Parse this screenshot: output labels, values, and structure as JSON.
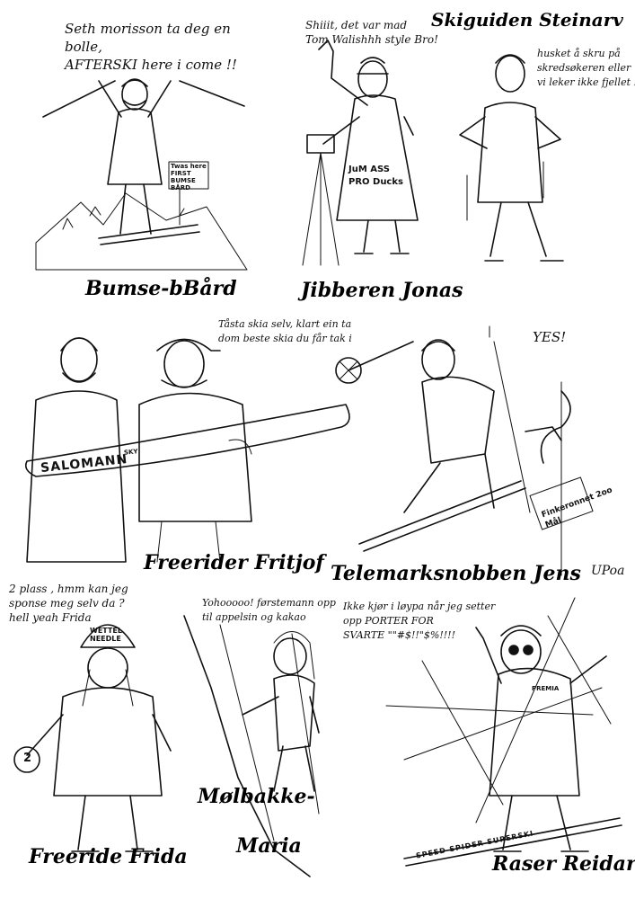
{
  "panels": {
    "bard": {
      "quote": "Seth morisson ta deg en bolle,\nAFTERSKI here i come !!",
      "sign": "Twas here\nFIRST\nBUMSE BÅRD",
      "name": "Bumse-bBård"
    },
    "jonas": {
      "quote": "Shiiit, det var mad\nTom Walishhh style Bro!",
      "coat": "JuM ASS\nPRO Ducks",
      "name": "Jibberen Jonas"
    },
    "steinar": {
      "title": "Skiguiden Steinarv",
      "quote": "husket å skru på\nskredsøkeren eller ?\nvi leker ikke fjellet !",
      "name": "Skiguiden Steinarv"
    },
    "fritjof": {
      "quote": "Tåsta skia selv, klart ein ta\ndom beste skia du får tak i",
      "ski": "SALOMANN",
      "ski_small": "SKY",
      "name": "Freerider Fritjof"
    },
    "jens": {
      "quote": "YES!",
      "sign": "Finkeronnet 2oo\nMål",
      "signature": "UPoa",
      "name": "Telemarksnobben Jens"
    },
    "frida": {
      "quote": "2 plass , hmm kan jeg\nsponse meg selv da ?\nhell yeah Frida",
      "hat": "WETTEL\nNEEDLE",
      "bib": "2",
      "name": "Freeride Frida"
    },
    "maria": {
      "quote": "Yohooooo! førstemann opp\ntil appelsin og kakao",
      "name1": "Mølbakke-",
      "name2": "Maria"
    },
    "reidar": {
      "quote": "Ikke kjør i løypa når jeg setter\nopp PORTER FOR\nSVARTE \"\"#$!!\"$%!!!!",
      "badge": "PREMIA",
      "ski": "SPEED SPIDER SUPERSKI",
      "name": "Raser Reidar"
    }
  }
}
